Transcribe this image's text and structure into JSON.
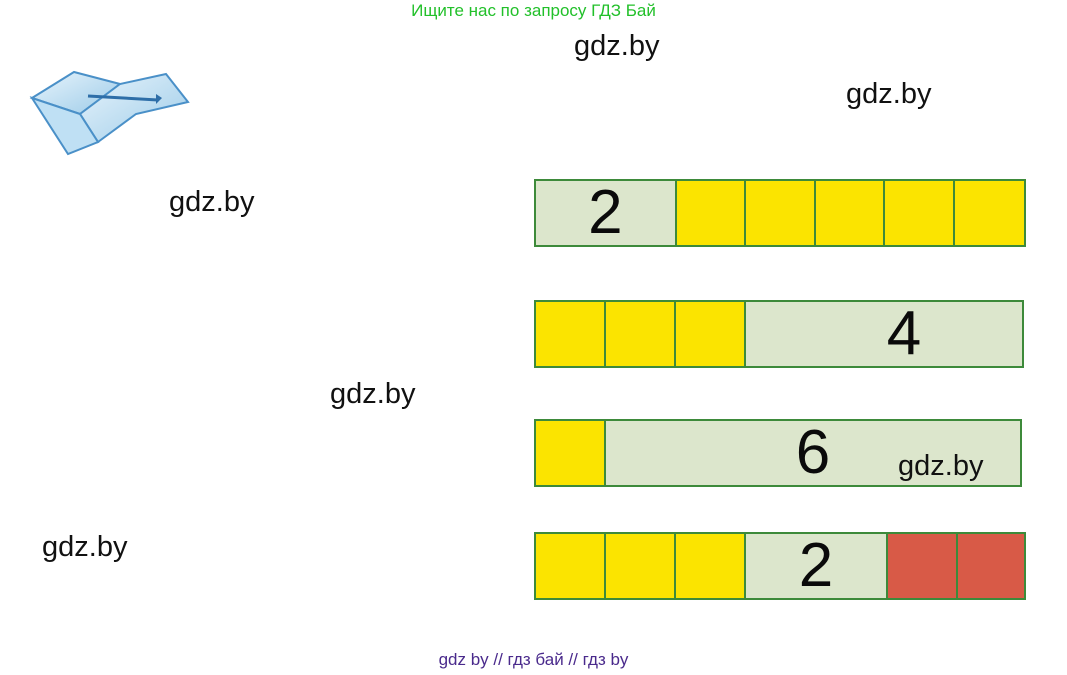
{
  "banner": {
    "text": "Ищите нас по запросу ГДЗ Бай"
  },
  "watermarks": [
    "gdz.by",
    "gdz.by",
    "gdz.by",
    "gdz.by",
    "gdz.by",
    "gdz.by"
  ],
  "footer": {
    "text": "gdz by  //  гдз бай  //  гдз by"
  },
  "icons": {
    "book": "open-notebook-with-pen-icon"
  },
  "colors": {
    "yellow": "#fbe400",
    "red": "#d85a47",
    "number_box": "#dce6cc",
    "border": "#3d8a3a",
    "dash": "#6a4a9c",
    "banner_text": "#22c02a",
    "footer_text": "#4a2a8c"
  },
  "bars": [
    {
      "number": "2",
      "cells": [
        "num",
        "yellow",
        "yellow",
        "yellow",
        "yellow",
        "yellow"
      ]
    },
    {
      "number": "4",
      "cells": [
        "yellow",
        "yellow",
        "yellow",
        "num"
      ]
    },
    {
      "number": "6",
      "cells": [
        "yellow",
        "num"
      ]
    },
    {
      "number": "2",
      "cells": [
        "yellow",
        "yellow",
        "yellow",
        "num",
        "red",
        "red"
      ]
    }
  ]
}
